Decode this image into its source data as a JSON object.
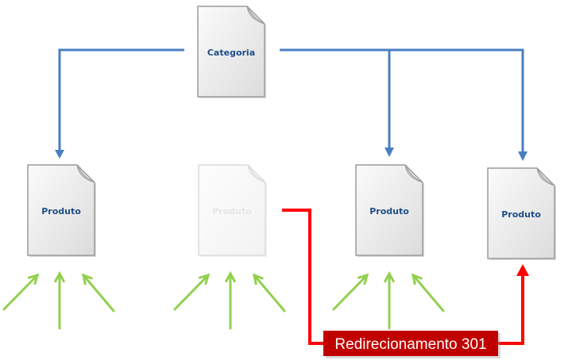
{
  "nodes": {
    "category": {
      "label": "Categoria"
    },
    "products": [
      {
        "label": "Produto",
        "faded": false
      },
      {
        "label": "Produto",
        "faded": true
      },
      {
        "label": "Produto",
        "faded": false
      },
      {
        "label": "Produto",
        "faded": false
      }
    ]
  },
  "redirect": {
    "label": "Redirecionamento 301"
  },
  "colors": {
    "hierarchy": "#4a7fc0",
    "redirect": "#ff0000",
    "redirect_box": "#c00000",
    "inbound_links": "#92d050",
    "label": "#1f4e8a"
  }
}
